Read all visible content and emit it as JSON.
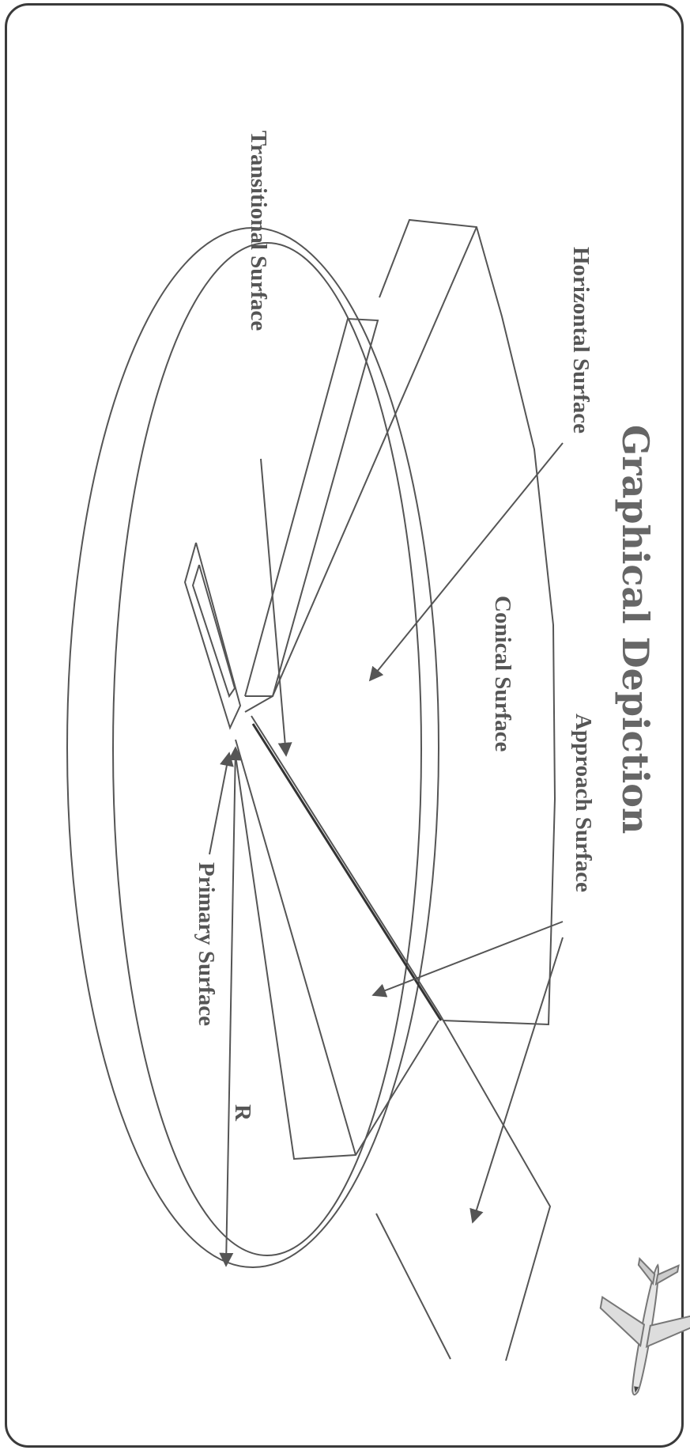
{
  "title": "Graphical Depiction",
  "labels": {
    "horizontal": "Horizontal Surface",
    "conical": "Conical Surface",
    "approach": "Approach Surface",
    "transitional": "Transitional Surface",
    "primary": "Primary Surface",
    "radius": "R"
  },
  "colors": {
    "line": "#555555",
    "text": "#555555",
    "title": "#666666",
    "border": "#3a3a3a"
  },
  "icons": [
    "airplane-icon"
  ]
}
